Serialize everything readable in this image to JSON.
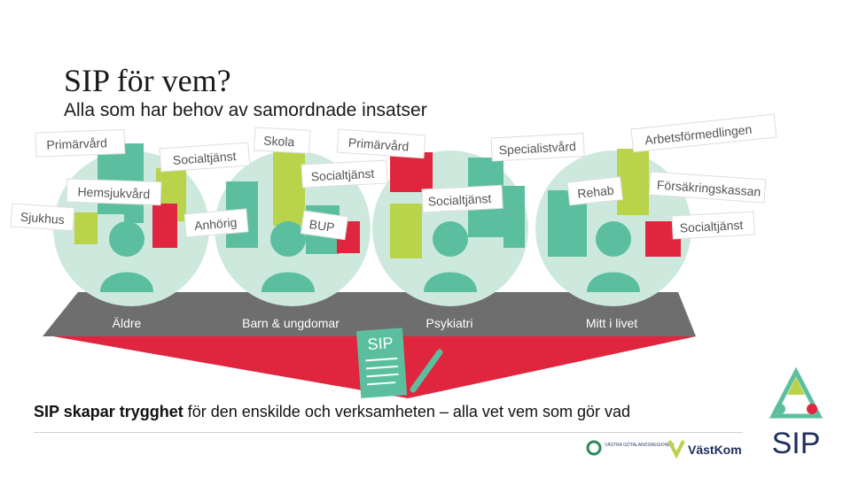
{
  "slide": {
    "title": "SIP för vem?",
    "subtitle": "Alla som har behov av samordnade insatser",
    "footer_bold": "SIP skapar trygghet",
    "footer_rest": " för den enskilde och verksamheten – alla vet vem som gör vad"
  },
  "groups": [
    {
      "label": "Äldre",
      "tags": [
        "Primärvård",
        "Socialtjänst",
        "Hemsjukvård",
        "Sjukhus"
      ]
    },
    {
      "label": "Barn & ungdomar",
      "tags": [
        "Skola",
        "Socialtjänst",
        "Anhörig",
        "BUP"
      ]
    },
    {
      "label": "Psykiatri",
      "tags": [
        "Primärvård",
        "Specialistvård",
        "Socialtjänst",
        "Rehab"
      ]
    },
    {
      "label": "Mitt i livet",
      "tags": [
        "Arbetsförmedlingen",
        "Försäkringskassan",
        "Socialtjänst"
      ]
    }
  ],
  "document_label": "SIP",
  "logos": {
    "sip": "SIP",
    "vgr": "VÄSTRA GÖTALANDSREGIONEN",
    "vastkom": "VästKom"
  },
  "colors": {
    "teal": "#5bbf9f",
    "teal_light": "#cde9dd",
    "green_lime": "#b9d34b",
    "red": "#e0253f",
    "gray": "#6e6e6e",
    "navy": "#1e2f5c"
  }
}
